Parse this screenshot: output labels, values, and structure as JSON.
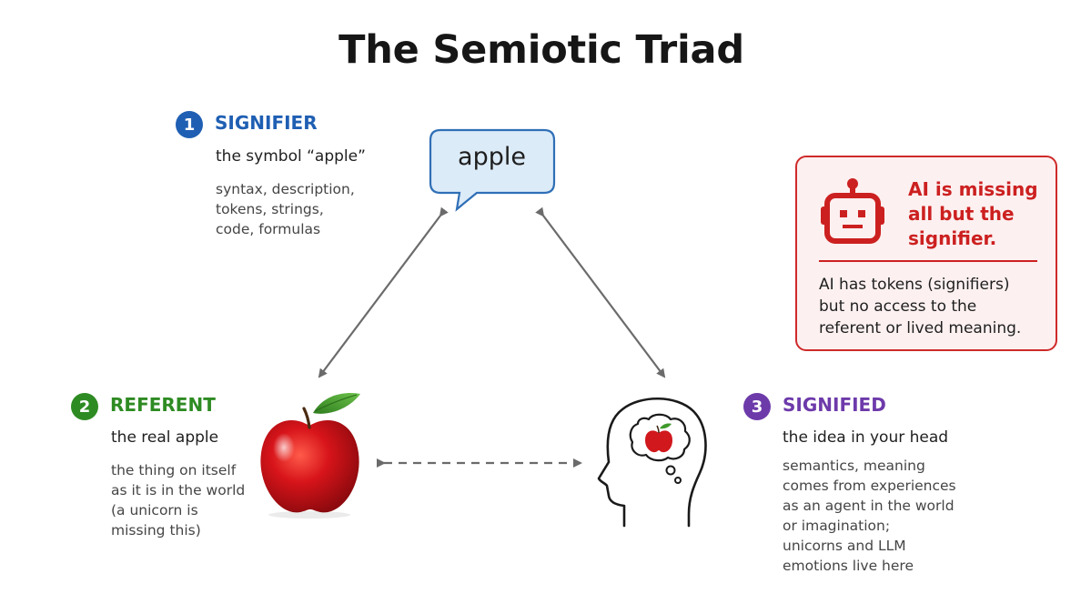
{
  "title": "The Semiotic Triad",
  "signifier": {
    "number": "1",
    "heading": "SIGNIFIER",
    "subtitle": "the symbol “apple”",
    "description": [
      "syntax, description,",
      "tokens, strings,",
      "code, formulas"
    ],
    "color": "#1f5fb3"
  },
  "referent": {
    "number": "2",
    "heading": "REFERENT",
    "subtitle": "the real apple",
    "description": [
      "the thing on itself",
      "as it is in the world",
      "(a unicorn is",
      "missing this)"
    ],
    "color": "#2e8b23"
  },
  "signified": {
    "number": "3",
    "heading": "SIGNIFIED",
    "subtitle": "the idea in your head",
    "description": [
      "semantics, meaning",
      "comes from experiences",
      "as an agent in the world",
      "or imagination;",
      "unicorns and LLM",
      "emotions live here"
    ],
    "color": "#6d3aaa"
  },
  "speech_bubble": {
    "text": "apple"
  },
  "ai_callout": {
    "heading": [
      "AI is missing",
      "all but the",
      "signifier."
    ],
    "body": [
      "AI has tokens (signifiers)",
      "but no access to the",
      "referent or lived meaning."
    ],
    "color": "#cc2020",
    "icon": "robot-icon"
  },
  "icons": {
    "referent_image": "apple-icon",
    "signified_image": "head-with-thought-icon"
  }
}
